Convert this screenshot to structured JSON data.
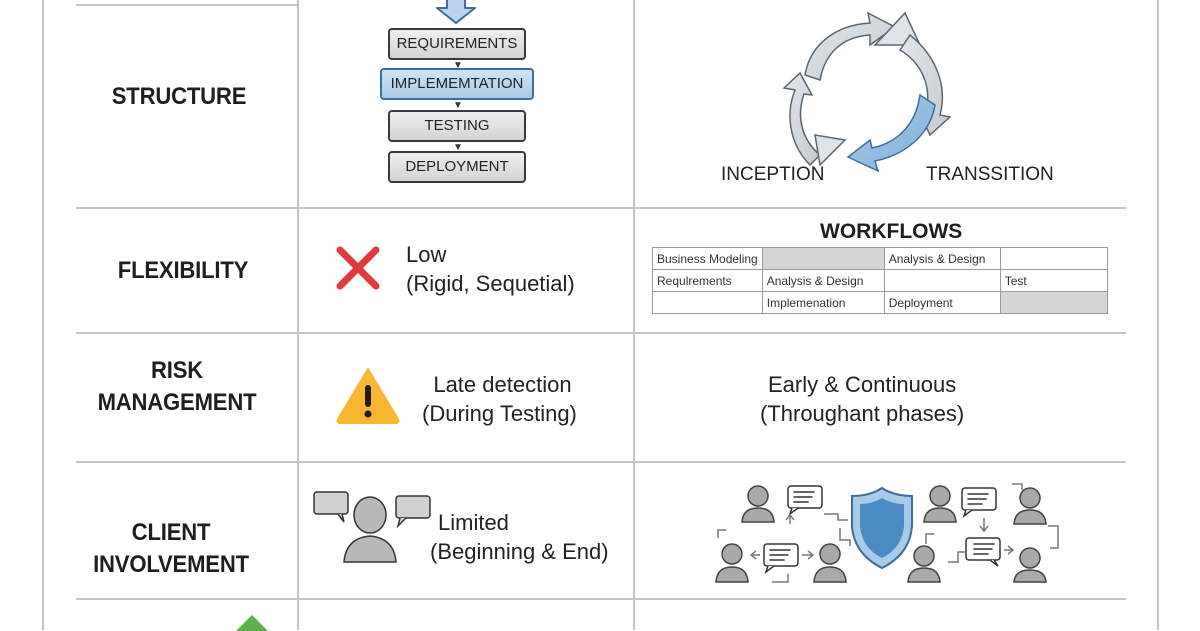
{
  "rows": [
    {
      "label": "STRUCTURE"
    },
    {
      "label": "FLEXIBILITY"
    },
    {
      "label_line1": "RISK",
      "label_line2": "MANAGEMENT"
    },
    {
      "label": "CLIENT INVOLVEMENT"
    }
  ],
  "waterfall": {
    "steps": [
      "REQUIREMENTS",
      "IMPLEMEMTATION",
      "TESTING",
      "DEPLOYMENT"
    ],
    "active_step": "IMPLEMEMTATION",
    "flexibility": {
      "icon": "x-icon",
      "line1": "Low",
      "line2": "(Rigid, Sequetial)"
    },
    "risk": {
      "icon": "warning-icon",
      "line1": "Late detection",
      "line2": "(During Testing)"
    },
    "client": {
      "icon": "person-with-speech-bubbles-icon",
      "line1": "Limited",
      "line2": "(Beginning & End)"
    }
  },
  "rup": {
    "cycle_labels": {
      "left": "INCEPTION",
      "right": "TRANSSITION"
    },
    "workflows": {
      "title": "WORKFLOWS",
      "rows": [
        [
          "Business Modeling",
          "",
          "Analysis & Design",
          ""
        ],
        [
          "Requlrements",
          "Analysis & Design",
          "",
          "Test"
        ],
        [
          "",
          "Implemenation",
          "Deployment",
          ""
        ]
      ]
    },
    "risk": {
      "line1": "Early & Continuous",
      "line2": "(Throughant phases)"
    },
    "client": {
      "icon": "collaboration-network-icon"
    }
  },
  "colors": {
    "accent_blue": "#7fb1db",
    "error_red": "#e0393e",
    "warning_yellow": "#f7b731",
    "success_green": "#5fb04e",
    "grid": "#c4c4c4"
  }
}
